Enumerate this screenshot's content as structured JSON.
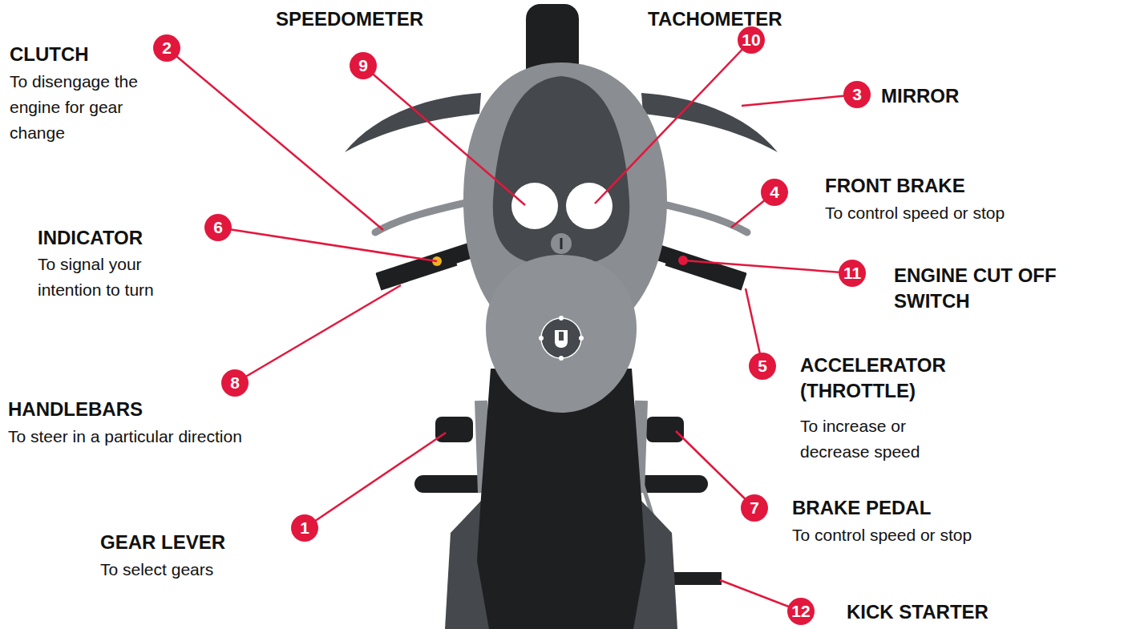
{
  "diagram": {
    "labels": [
      "SPEEDOMETER",
      "TACHOMETER",
      "CLUTCH",
      "To disengage the engine for gear change",
      "2",
      "9",
      "10",
      "3",
      "MIRROR",
      "4",
      "FRONT BRAKE",
      "To control speed or stop",
      "INDICATOR",
      "To signal your intention to turn",
      "6",
      "11",
      "ENGINE CUT OFF SWITCH",
      "8",
      "5",
      "ACCELERATOR (THROTTLE)",
      "To increase or decrease speed",
      "HANDLEBARS",
      "To steer in a particular direction",
      "7",
      "BRAKE PEDAL",
      "To control speed or stop",
      "1",
      "GEAR LEVER",
      "To select gears",
      "12",
      "KICK STARTER"
    ]
  }
}
